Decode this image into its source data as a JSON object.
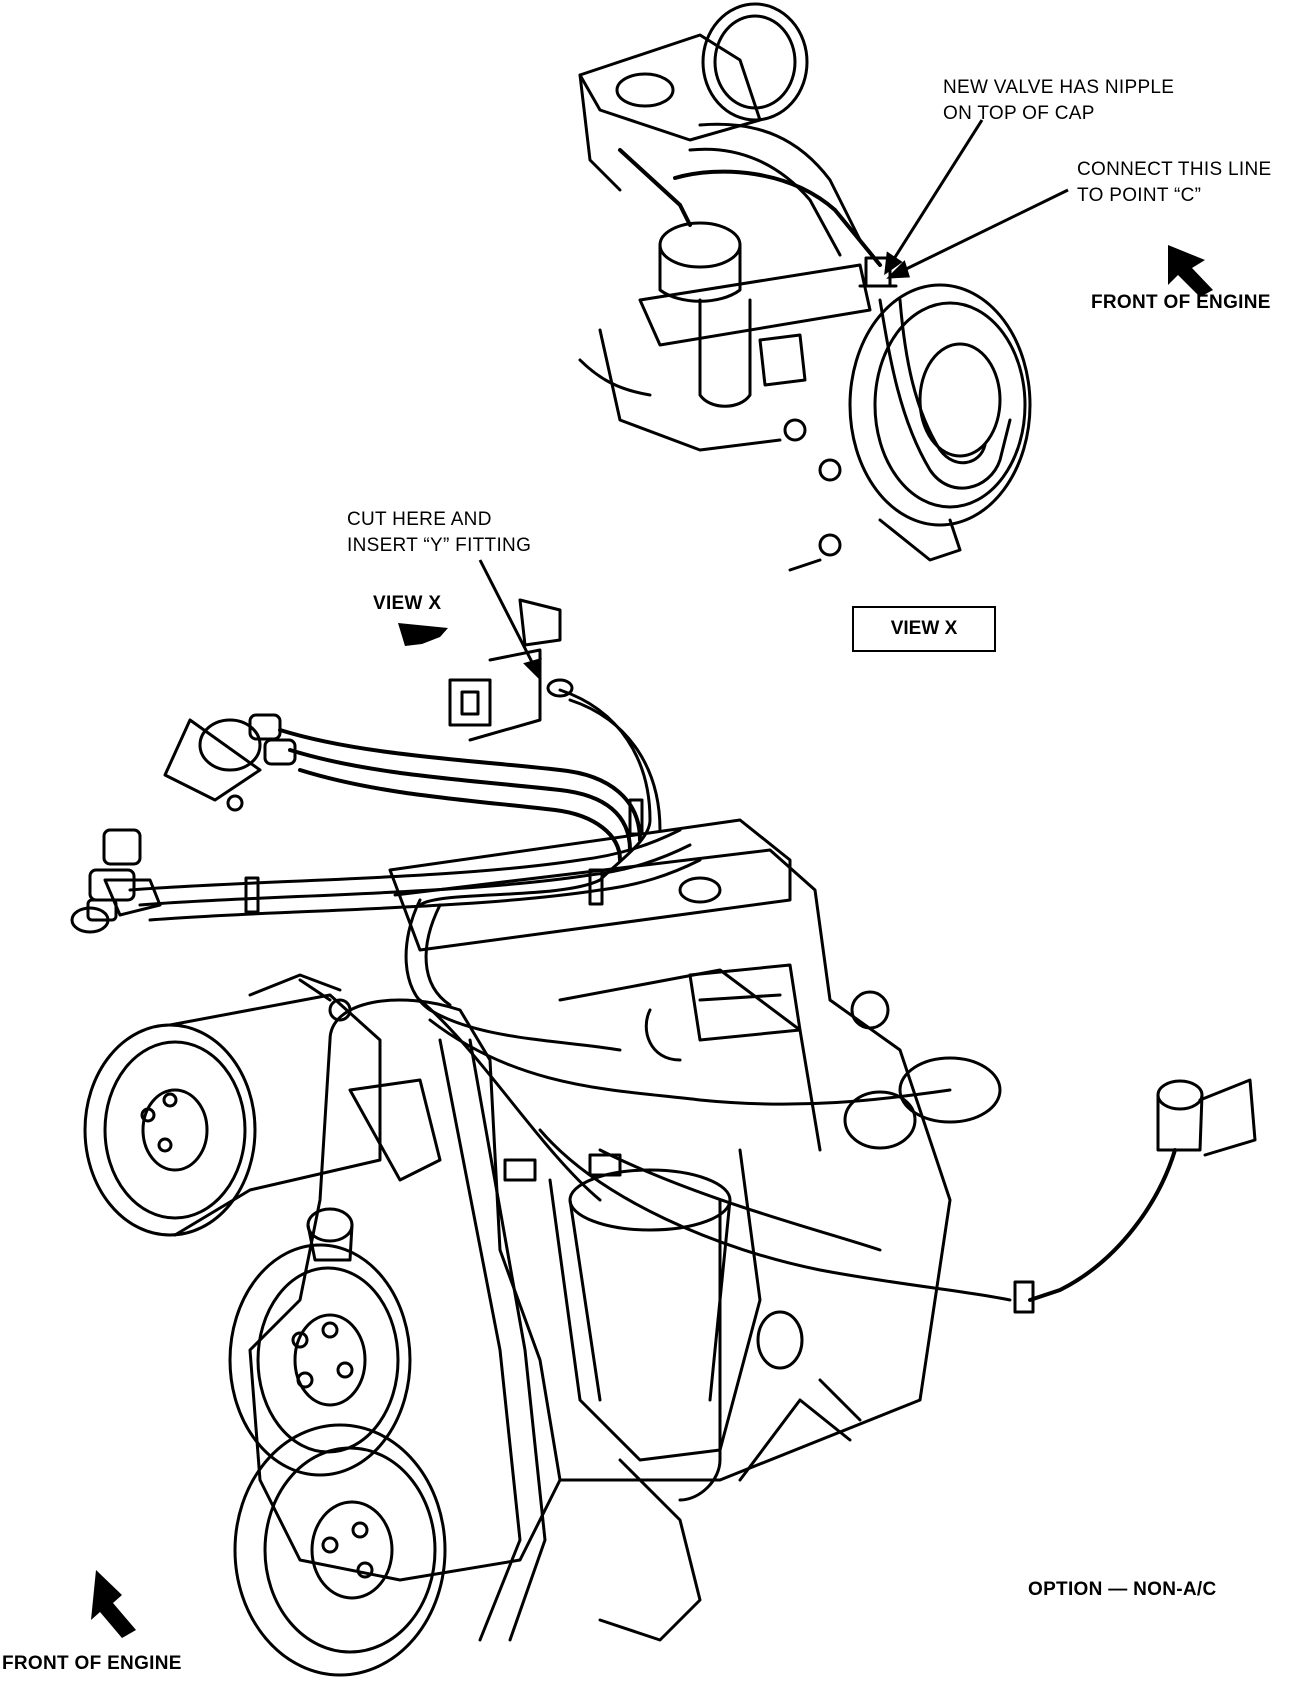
{
  "labels": {
    "new_valve": [
      "NEW VALVE HAS NIPPLE",
      "ON TOP OF CAP"
    ],
    "connect_line": [
      "CONNECT THIS LINE",
      "TO POINT “C”"
    ],
    "front_of_engine_top": "FRONT OF ENGINE",
    "cut_here": [
      "CUT HERE AND",
      "INSERT “Y” FITTING"
    ],
    "view_x_arrow_label": "VIEW X",
    "view_x_box": "VIEW X",
    "option": "OPTION — NON-A/C",
    "front_of_engine_bottom": "FRONT OF ENGINE"
  },
  "icons": {
    "front_arrow_top": "front-arrow-icon",
    "front_arrow_bottom": "front-arrow-icon",
    "view_arrow": "view-arrow-icon"
  },
  "colors": {
    "ink": "#000000",
    "paper": "#ffffff"
  }
}
